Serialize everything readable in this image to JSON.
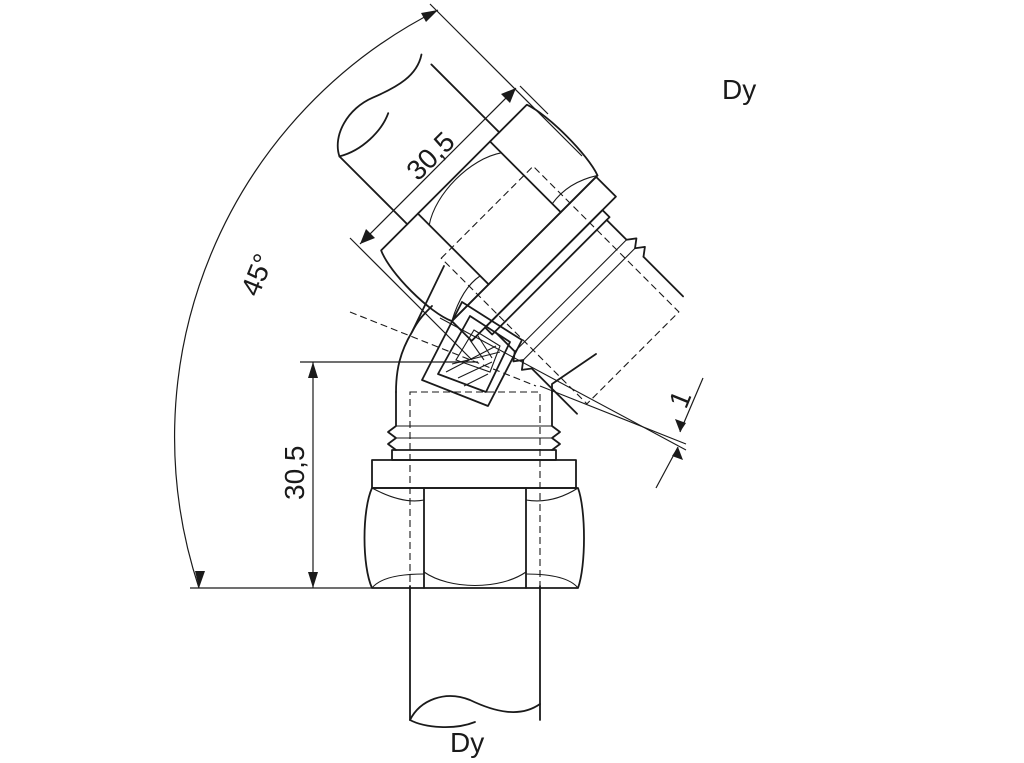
{
  "labels": {
    "outlet_top": "Dy",
    "outlet_bottom": "Dy",
    "angle": "45°",
    "dim_vertical": "30,5",
    "dim_angled": "30,5",
    "dim_gap": "1"
  }
}
